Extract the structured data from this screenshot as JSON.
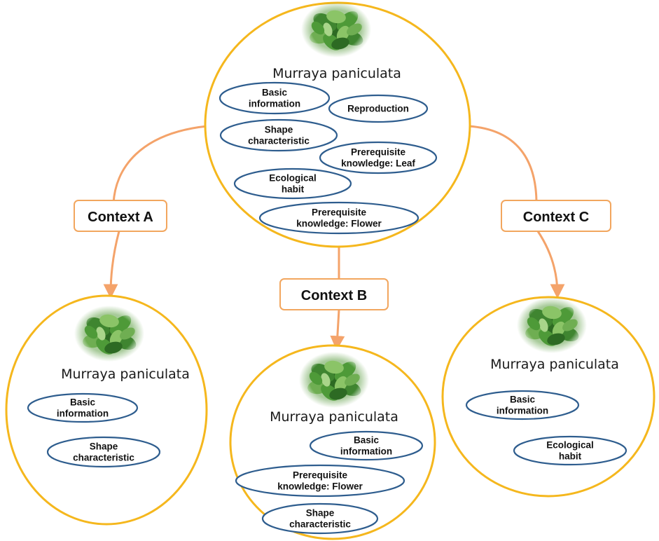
{
  "colors": {
    "circle_border": "#F5B71D",
    "oval_border": "#2E5D8E",
    "connector": "#F4A36A",
    "context_border": "#F2A65E",
    "leaf_dark": "#2D6A23",
    "leaf_light": "#8BC467"
  },
  "plant": {
    "name": "Murraya paniculata",
    "image_icon": "leaf-photo-icon"
  },
  "top": {
    "title": "Murraya paniculata",
    "ovals": [
      [
        "Basic",
        "information"
      ],
      [
        "Reproduction"
      ],
      [
        "Shape",
        "characteristic"
      ],
      [
        "Prerequisite",
        "knowledge: Leaf"
      ],
      [
        "Ecological",
        "habit"
      ],
      [
        "Prerequisite",
        "knowledge: Flower"
      ]
    ]
  },
  "contexts": [
    {
      "label": "Context A",
      "title": "Murraya paniculata",
      "ovals": [
        [
          "Basic",
          "information"
        ],
        [
          "Shape",
          "characteristic"
        ]
      ]
    },
    {
      "label": "Context B",
      "title": "Murraya paniculata",
      "ovals": [
        [
          "Basic",
          "information"
        ],
        [
          "Prerequisite",
          "knowledge: Flower"
        ],
        [
          "Shape",
          "characteristic"
        ]
      ]
    },
    {
      "label": "Context C",
      "title": "Murraya paniculata",
      "ovals": [
        [
          "Basic",
          "information"
        ],
        [
          "Ecological",
          "habit"
        ]
      ]
    }
  ]
}
